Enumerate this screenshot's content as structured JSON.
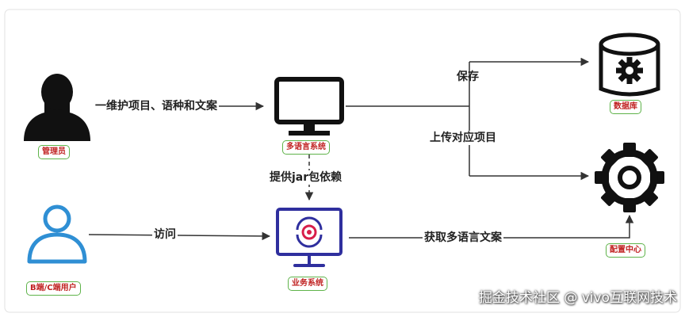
{
  "nodes": {
    "admin": {
      "label": "管理员"
    },
    "user": {
      "label": "B端/C端用户"
    },
    "multilang_system": {
      "label": "多语言系统"
    },
    "business_system": {
      "label": "业务系统"
    },
    "database": {
      "label": "数据库"
    },
    "config_center": {
      "label": "配置中心"
    }
  },
  "edges": {
    "maintain": "一维护项目、语种和文案",
    "save": "保存",
    "upload": "上传对应项目",
    "jar": "提供jar包依赖",
    "visit": "访问",
    "fetch": "获取多语言文案"
  },
  "watermark": "掘金技术社区 @ vivo互联网技术",
  "colors": {
    "tag_border": "#5fb34a",
    "tag_text": "#c02222",
    "line": "#333333",
    "person_user": "#2f8fd4",
    "monitor_business": "#2f2f9e",
    "target_ring": "#d81e4a"
  }
}
